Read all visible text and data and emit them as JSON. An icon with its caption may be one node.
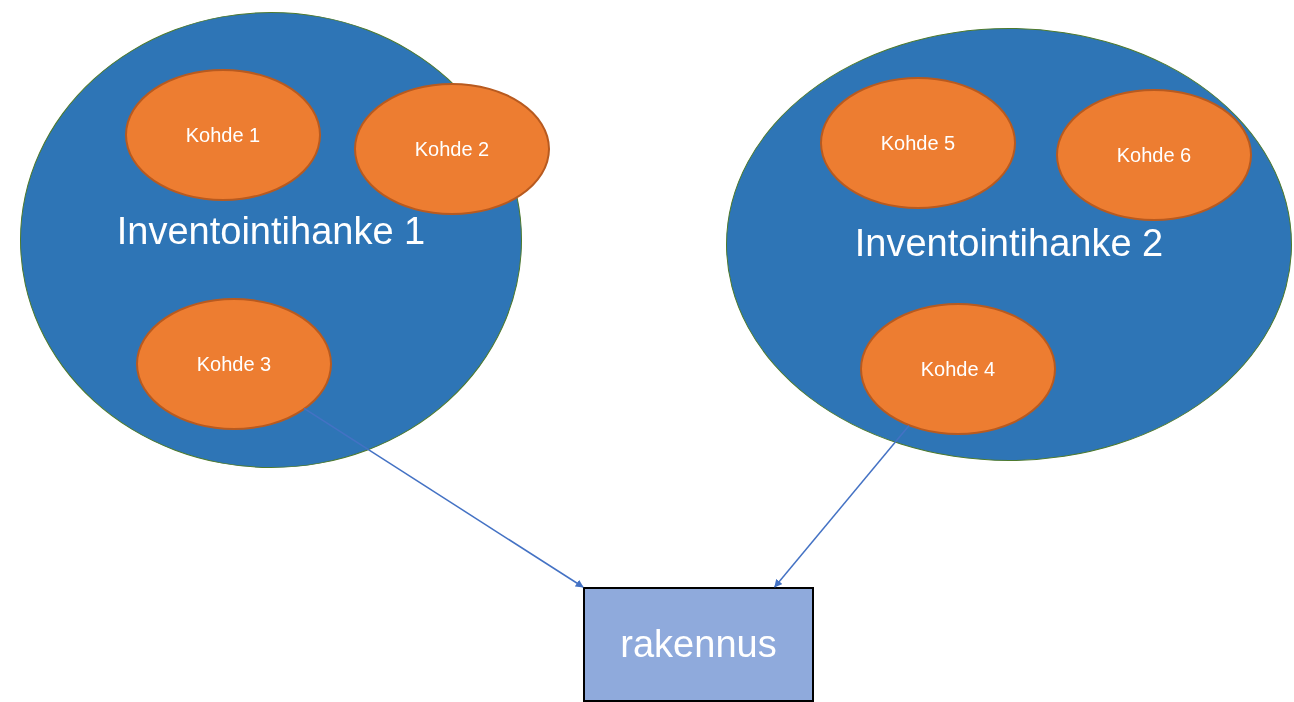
{
  "diagram": {
    "nodes": [
      {
        "text": [
          "Inventointihanke 1"
        ]
      },
      {
        "text": [
          "Kohde 1"
        ],
        "in": 0
      },
      {
        "text": [
          "Kohde 2"
        ],
        "in": 0
      },
      {
        "text": [
          "Kohde 3"
        ],
        "in": 0
      },
      {
        "text": [
          "Inventointihanke 2"
        ]
      },
      {
        "text": [
          "Kohde 5"
        ],
        "in": 4
      },
      {
        "text": [
          "Kohde 6"
        ],
        "in": 4
      },
      {
        "text": [
          "Kohde 4"
        ],
        "in": 4
      },
      {
        "text": [
          "rakennus"
        ]
      }
    ],
    "edges": [
      {
        "from": 3,
        "to": 8,
        "arrow": "to"
      },
      {
        "from": 7,
        "to": 8,
        "arrow": "to"
      }
    ]
  }
}
